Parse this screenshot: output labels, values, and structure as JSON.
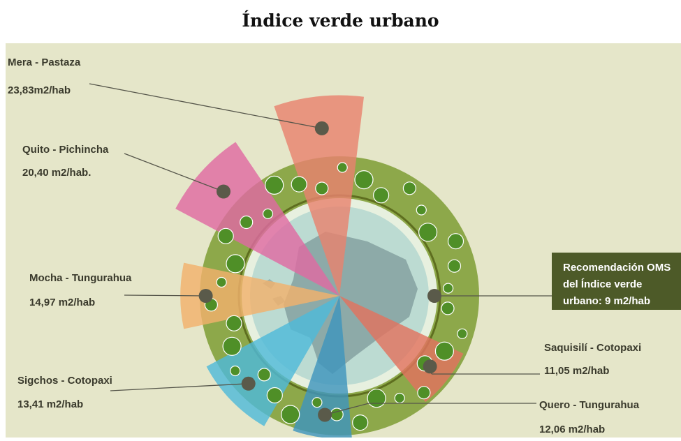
{
  "title": "Índice verde urbano",
  "colors": {
    "background": "#e5e6c9",
    "ring": "#8da84a",
    "ring_dark": "#5e6e1f",
    "globe": "#bcdbd2",
    "land": "#7e9a9a",
    "tree": "#4f8f27",
    "dot": "#5a5a4a",
    "oms_box": "#4d5a28"
  },
  "chart_data": {
    "type": "pie",
    "variant": "radial-sector",
    "unit": "m2/hab",
    "reference": {
      "label_lines": [
        "Recomendación OMS",
        "del Índice verde",
        "urbano: 9 m2/hab"
      ],
      "value": 9
    },
    "sectors": [
      {
        "name": "Mera - Pastaza",
        "value_text": "23,83m2/hab",
        "value": 23.83,
        "color": "#e8826f"
      },
      {
        "name": "Quito - Pichincha",
        "value_text": "20,40 m2/hab.",
        "value": 20.4,
        "color": "#df6aa2"
      },
      {
        "name": "Mocha - Tungurahua",
        "value_text": "14,97 m2/hab",
        "value": 14.97,
        "color": "#f2b16d"
      },
      {
        "name": "Sigchos - Cotopaxi",
        "value_text": "13,41 m2/hab",
        "value": 13.41,
        "color": "#4fb9d9"
      },
      {
        "name": "Quero - Tungurahua",
        "value_text": "12,06 m2/hab",
        "value": 12.06,
        "color": "#3f95bd"
      },
      {
        "name": "Saquisilí - Cotopaxi",
        "value_text": "11,05 m2/hab",
        "value": 11.05,
        "color": "#e2735f"
      }
    ]
  }
}
